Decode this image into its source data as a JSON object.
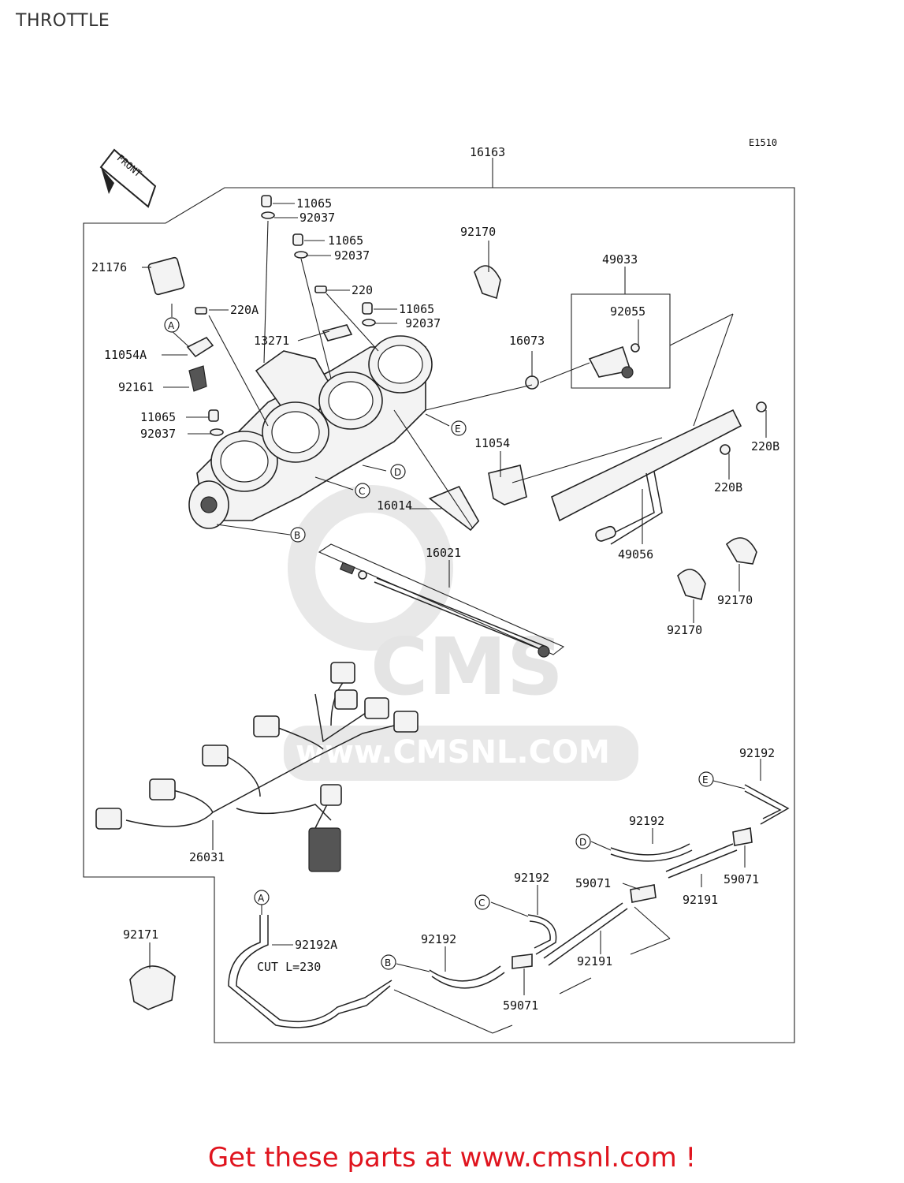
{
  "header": {
    "title": "THROTTLE"
  },
  "diagram": {
    "code": "E1510",
    "front_label": "FRONT",
    "watermark_brand": "CMS",
    "watermark_url": "www.CMSNL.COM",
    "note": "CUT L=230",
    "refs": {
      "a": "A",
      "b": "B",
      "c": "C",
      "d": "D",
      "e": "E"
    },
    "parts": {
      "p16163": "16163",
      "p11065a": "11065",
      "p92037a": "92037",
      "p11065b": "11065",
      "p92037b": "92037",
      "p220": "220",
      "p11065c": "11065",
      "p92037c": "92037",
      "p21176": "21176",
      "p220a": "220A",
      "p13271": "13271",
      "p11054a": "11054A",
      "p92161": "92161",
      "p11065d": "11065",
      "p92037d": "92037",
      "p92170a": "92170",
      "p49033": "49033",
      "p92055": "92055",
      "p16073": "16073",
      "p11054": "11054",
      "p16014": "16014",
      "p220b1": "220B",
      "p220b2": "220B",
      "p49056": "49056",
      "p16021": "16021",
      "p92170b": "92170",
      "p92170c": "92170",
      "p26031": "26031",
      "p92192a": "92192",
      "p92192b": "92192",
      "p92192c": "92192",
      "p92192d": "92192",
      "p59071a": "59071",
      "p59071b": "59071",
      "p59071c": "59071",
      "p92191a": "92191",
      "p92191b": "92191",
      "p92171": "92171",
      "p92192A": "92192A"
    }
  },
  "footer": {
    "text": "Get these parts at www.cmsnl.com !"
  }
}
